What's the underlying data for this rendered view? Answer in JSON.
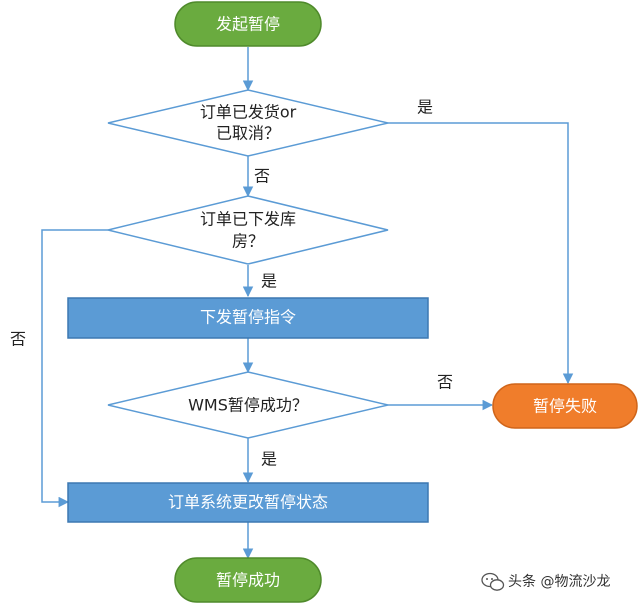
{
  "colors": {
    "terminal_green": "#6aab3f",
    "terminal_green_border": "#4f8a2b",
    "process_blue": "#5b9bd5",
    "process_blue_border": "#3d78b2",
    "fail_orange": "#f07d2b",
    "decision_border": "#5b9bd5",
    "connector": "#5b9bd5"
  },
  "nodes": {
    "start": "发起暂停",
    "decision_shipped_line1": "订单已发货or",
    "decision_shipped_line2": "已取消？",
    "decision_issued_line1": "订单已下发库",
    "decision_issued_line2": "房？",
    "process_issue_pause": "下发暂停指令",
    "decision_wms_success": "WMS暂停成功？",
    "process_update_status": "订单系统更改暂停状态",
    "end_success": "暂停成功",
    "end_fail": "暂停失败"
  },
  "edge_labels": {
    "shipped_yes": "是",
    "shipped_no": "否",
    "issued_yes": "是",
    "issued_no": "否",
    "wms_no": "否",
    "wms_yes": "是"
  },
  "watermark": {
    "text": "头条 @物流沙龙",
    "icon": "wechat-icon"
  }
}
